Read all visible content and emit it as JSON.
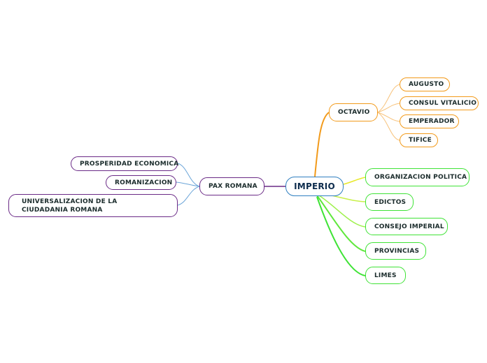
{
  "center": {
    "label": "IMPERIO"
  },
  "right_top": {
    "label": "OCTAVIO",
    "children": [
      "AUGUSTO",
      "CONSUL VITALICIO",
      "EMPERADOR",
      "TIFICE"
    ]
  },
  "right_bottom": [
    "ORGANIZACION POLITICA",
    "EDICTOS",
    "CONSEJO IMPERIAL",
    "PROVINCIAS",
    "LIMES"
  ],
  "left": {
    "label": "PAX ROMANA",
    "children": [
      "PROSPERIDAD ECONOMICA",
      "ROMANIZACION",
      "UNIVERSALIZACION DE LA CIUDADANIA ROMANA"
    ]
  },
  "colors": {
    "center_border": "#2f7fc0",
    "octavio_branch": "#f29a1a",
    "green_branch": "#3fe336",
    "yellow_branch": "#e8e82a",
    "pax_branch": "#6a2a86",
    "pax_child_lines": "#6aa4d8"
  }
}
